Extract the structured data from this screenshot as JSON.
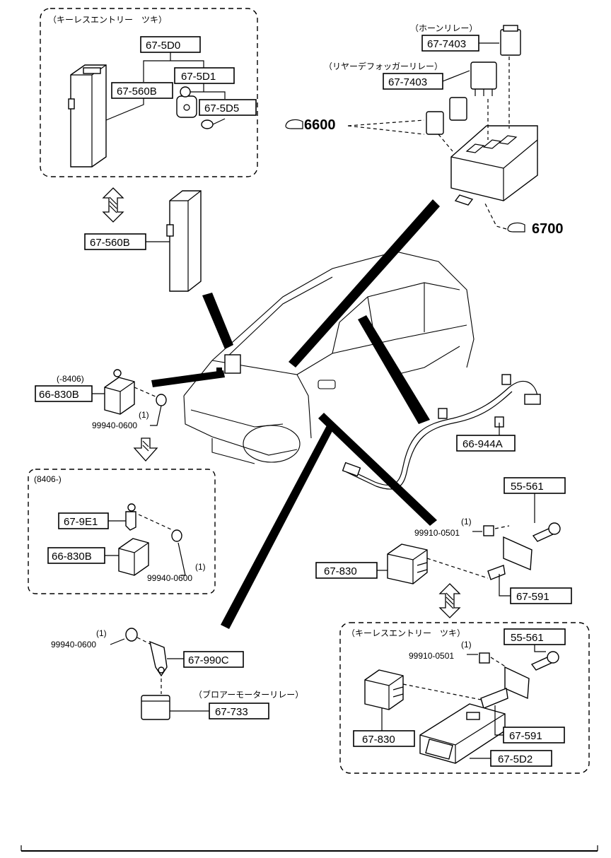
{
  "groups": {
    "keyless_top": "（キーレスエントリー　ツキ）",
    "period_new": "(8406-)",
    "period_old": "(-8406)",
    "keyless_bottom": "（キーレスエントリー　ツキ）"
  },
  "annotations": {
    "horn_relay": "（ホーンリレー）",
    "rear_defogger_relay": "（リヤーデフォッガーリレー）",
    "blower_motor_relay": "（ブロアーモーターリレー）"
  },
  "refs": {
    "ref_6600": "6600",
    "ref_6700": "6700"
  },
  "qty": {
    "q1": "(1)",
    "q2": "(1)",
    "q3": "(1)",
    "q4": "(1)",
    "q5": "(1)"
  },
  "parts": {
    "p_67_5D0": "67-5D0",
    "p_67_5D1": "67-5D1",
    "p_67_560B_a": "67-560B",
    "p_67_5D5": "67-5D5",
    "p_67_560B_b": "67-560B",
    "p_67_7403_a": "67-7403",
    "p_67_7403_b": "67-7403",
    "p_66_830B_a": "66-830B",
    "p_99940_0600_a": "99940-0600",
    "p_67_9E1": "67-9E1",
    "p_66_830B_b": "66-830B",
    "p_99940_0600_b": "99940-0600",
    "p_66_944A": "66-944A",
    "p_55_561_a": "55-561",
    "p_99910_0501_a": "99910-0501",
    "p_67_830_a": "67-830",
    "p_67_591_a": "67-591",
    "p_99940_0600_c": "99940-0600",
    "p_67_990C": "67-990C",
    "p_67_733": "67-733",
    "p_55_561_b": "55-561",
    "p_99910_0501_b": "99910-0501",
    "p_67_830_b": "67-830",
    "p_67_591_b": "67-591",
    "p_67_5D2": "67-5D2"
  }
}
